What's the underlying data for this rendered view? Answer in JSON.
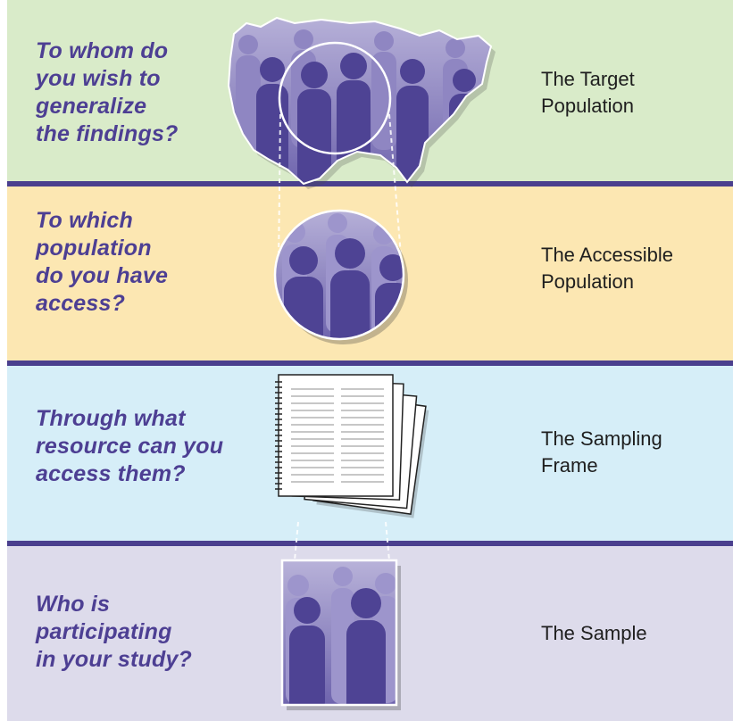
{
  "colors": {
    "band_target": "#d9ebc9",
    "band_accessible": "#fce7b2",
    "band_frame": "#d6eef8",
    "band_sample": "#dddbeb",
    "divider": "#4a3f8e",
    "question_text": "#4d3f93",
    "silhouette_dark": "#4e4394",
    "silhouette_light": "#a29bc9"
  },
  "rows": [
    {
      "question": "To whom do\nyou wish to\ngeneralize\nthe findings?",
      "label": "The Target\nPopulation",
      "icon": "us-map-population-icon"
    },
    {
      "question": "To which\npopulation\ndo you have\naccess?",
      "label": "The Accessible\nPopulation",
      "icon": "circle-population-icon"
    },
    {
      "question": "Through what\nresource can you\naccess them?",
      "label": "The Sampling\nFrame",
      "icon": "spiral-notebook-pages-icon"
    },
    {
      "question": "Who is\nparticipating\nin your study?",
      "label": "The Sample",
      "icon": "square-sample-photo-icon"
    }
  ]
}
